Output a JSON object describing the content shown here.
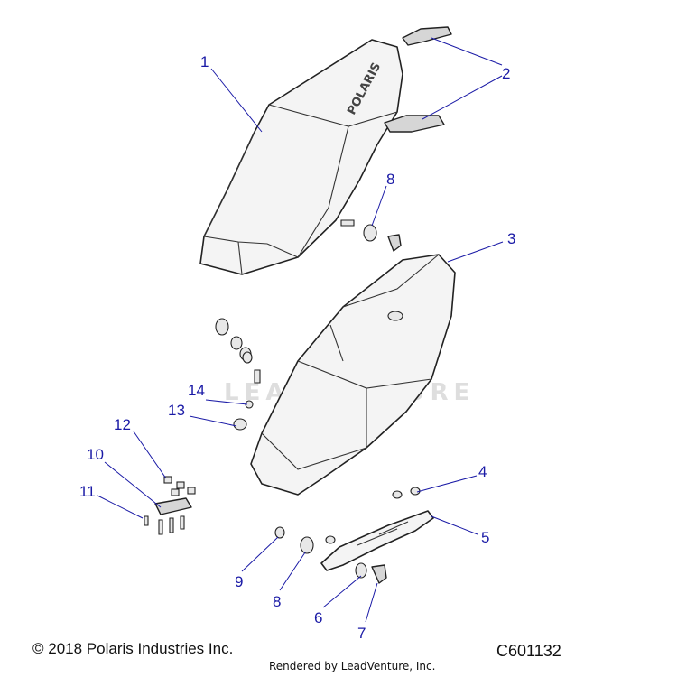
{
  "diagram": {
    "brand_text": "POLARIS",
    "watermark": "LEADVENTURE",
    "callouts": [
      "1",
      "2",
      "3",
      "4",
      "5",
      "6",
      "7",
      "8",
      "8",
      "9",
      "10",
      "11",
      "12",
      "13",
      "14"
    ]
  },
  "footer": {
    "copyright": "© 2018 Polaris Industries Inc.",
    "drawing_code": "C601132",
    "rendered_by": "Rendered by LeadVenture, Inc."
  }
}
